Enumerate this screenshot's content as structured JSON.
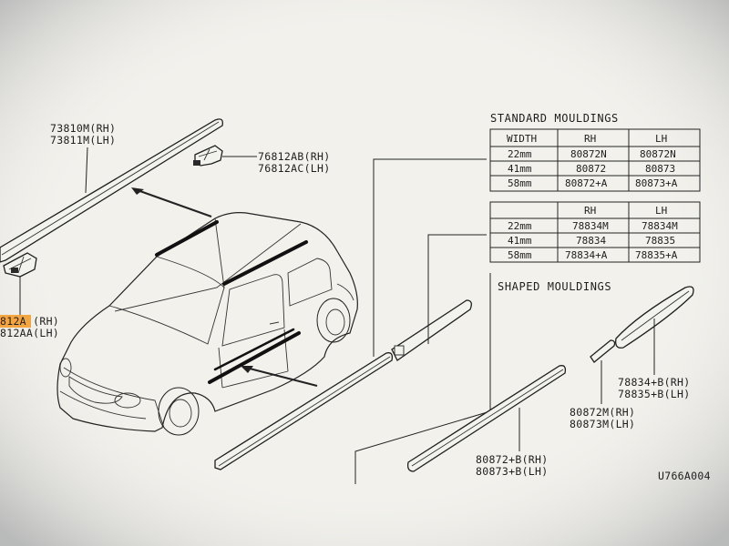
{
  "standard": {
    "title": "STANDARD MOULDINGS",
    "headers": [
      "WIDTH",
      "RH",
      "LH"
    ],
    "rows_a": [
      [
        "22mm",
        "80872N",
        "80872N"
      ],
      [
        "41mm",
        "80872",
        "80873"
      ],
      [
        "58mm",
        "80872+A",
        "80873+A"
      ]
    ],
    "rows_b": [
      [
        "22mm",
        "78834M",
        "78834M"
      ],
      [
        "41mm",
        "78834",
        "78835"
      ],
      [
        "58mm",
        "78834+A",
        "78835+A"
      ]
    ]
  },
  "shaped": {
    "title": "SHAPED MOULDINGS"
  },
  "labels": {
    "roof_rh": "73810M(RH)",
    "roof_lh": "73811M(LH)",
    "clip_rh": "76812AB(RH)",
    "clip_lh": "76812AC(LH)",
    "left_rh": "812A (RH)",
    "left_lh": "812AA(LH)",
    "shaped1_rh": "78834+B(RH)",
    "shaped1_lh": "78835+B(LH)",
    "shaped2_rh": "80872M(RH)",
    "shaped2_lh": "80873M(LH)",
    "shaped3_rh": "80872+B(RH)",
    "shaped3_lh": "80873+B(LH)",
    "figure_code": "U766A004"
  },
  "colors": {
    "paper": "#f2f1ec",
    "ink": "#1e1e1e",
    "highlight": "#f3a640",
    "surround": "#6e7378"
  }
}
